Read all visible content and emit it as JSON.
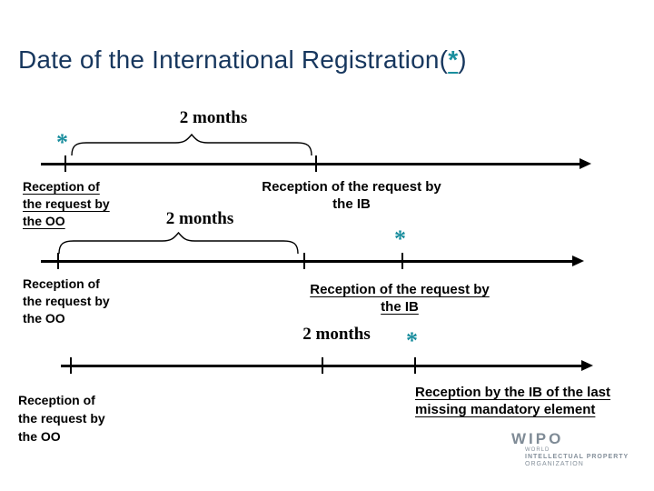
{
  "slide": {
    "title": {
      "prefix": "Date of the International Registration(",
      "star": "*",
      "suffix": ")"
    },
    "colors": {
      "title_navy": "#17375E",
      "star_teal": "#1A8E9E",
      "label_black": "#000000",
      "wipo_gray": "#7F8B96"
    },
    "timelines": [
      {
        "duration_label": "2 months",
        "star": "*",
        "start_label_lines": [
          "Reception of",
          "the request by",
          "the OO"
        ],
        "end_label_lines": [
          "Reception of the request by",
          "the IB"
        ]
      },
      {
        "duration_label": "2 months",
        "star": "*",
        "start_label_lines": [
          "Reception of",
          "the request by",
          "the OO"
        ],
        "end_label_lines": [
          "Reception of the request by",
          "the IB"
        ]
      },
      {
        "duration_label": "2 months",
        "star": "*",
        "start_label_lines": [
          "Reception of",
          "the request by",
          "the OO"
        ],
        "end_label_lines": [
          "Reception by the IB of the last",
          "missing mandatory element"
        ]
      }
    ],
    "wipo_logo": {
      "acronym": "WIPO",
      "lines": [
        "WORLD",
        "INTELLECTUAL PROPERTY",
        "ORGANIZATION"
      ]
    }
  }
}
